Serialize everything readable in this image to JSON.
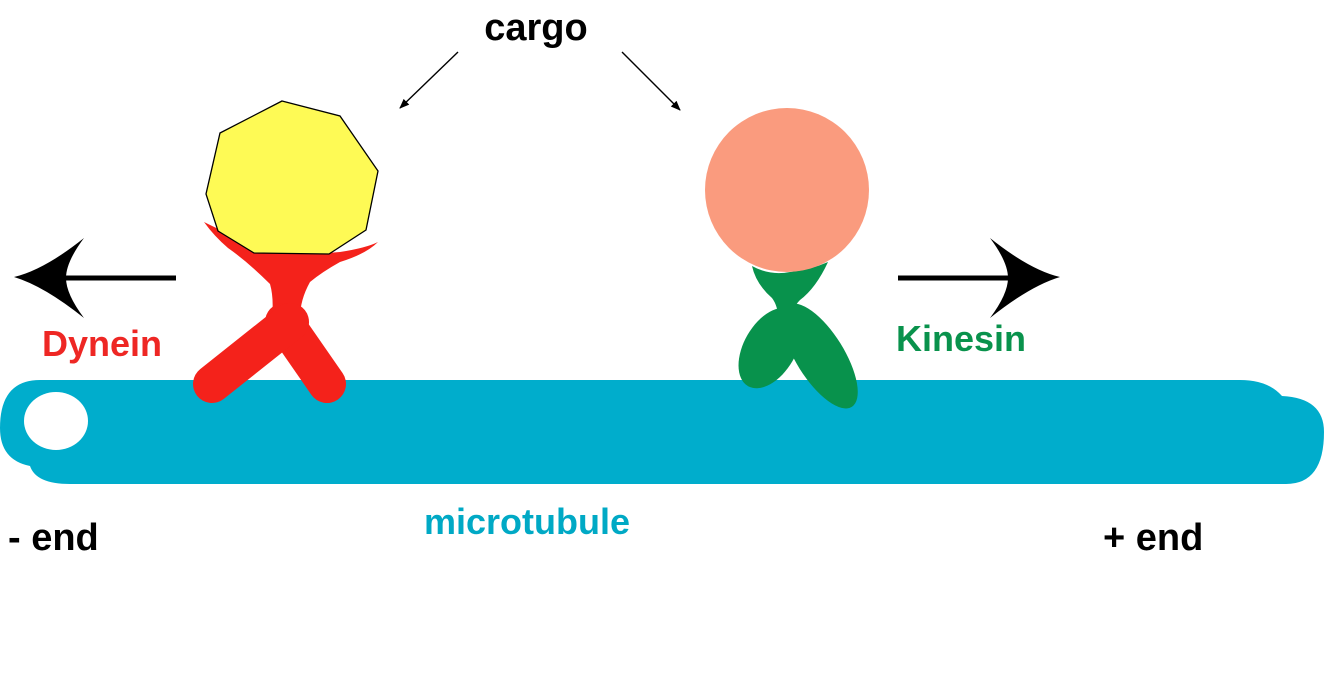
{
  "labels": {
    "cargo": "cargo",
    "dynein": "Dynein",
    "kinesin": "Kinesin",
    "microtubule": "microtubule",
    "minus_end": "- end",
    "plus_end": "+ end"
  },
  "colors": {
    "background": "#ffffff",
    "microtubule": "#00adcc",
    "dynein": "#f4221b",
    "kinesin": "#08924c",
    "cargo_octagon": "#fefa55",
    "cargo_sphere": "#fa9b7e",
    "text_black": "#000000",
    "microtubule_text": "#00a9c5",
    "dynein_text": "#ee2724",
    "kinesin_text": "#09924c"
  }
}
